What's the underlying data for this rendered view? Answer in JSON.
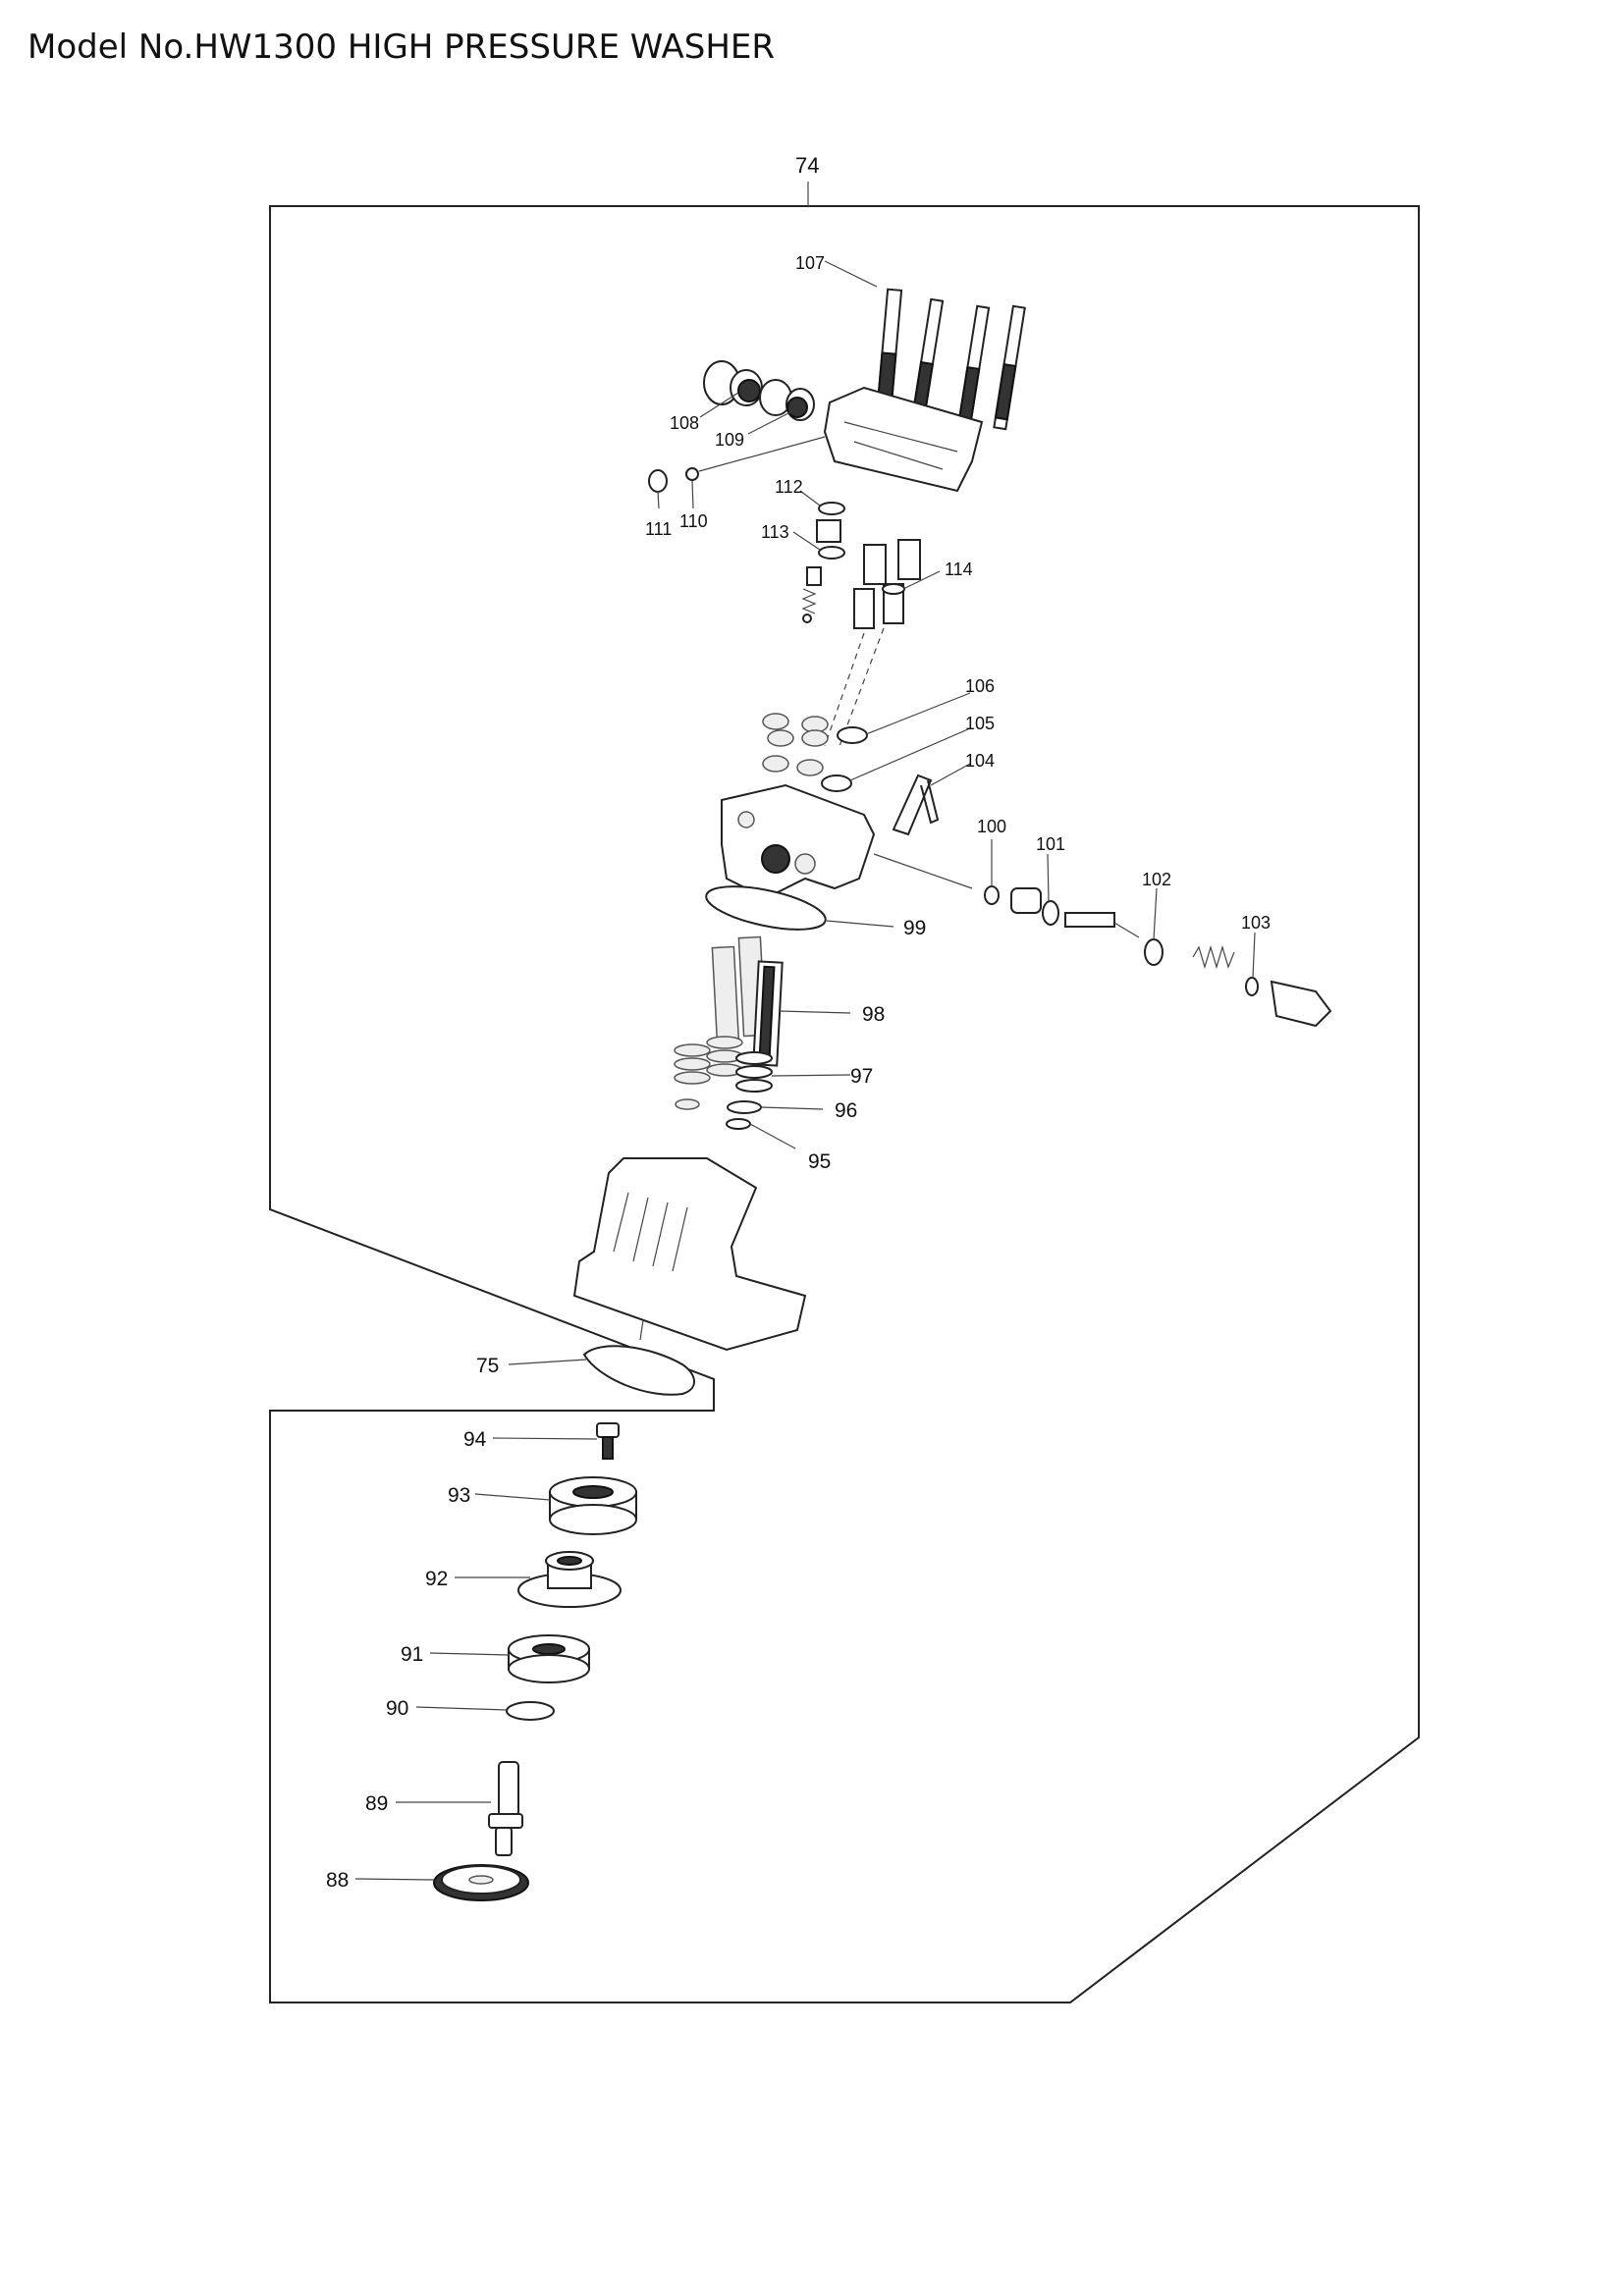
{
  "header": {
    "title": "Model No.HW1300 HIGH PRESSURE WASHER"
  },
  "labels": {
    "p74": "74",
    "p107": "107",
    "p108": "108",
    "p109": "109",
    "p110": "110",
    "p111": "111",
    "p112": "112",
    "p113": "113",
    "p114": "114",
    "p106": "106",
    "p105": "105",
    "p104": "104",
    "p100": "100",
    "p101": "101",
    "p102": "102",
    "p103": "103",
    "p99": "99",
    "p98": "98",
    "p97": "97",
    "p96": "96",
    "p95": "95",
    "p75": "75",
    "p94": "94",
    "p93": "93",
    "p92": "92",
    "p91": "91",
    "p90": "90",
    "p89": "89",
    "p88": "88"
  }
}
